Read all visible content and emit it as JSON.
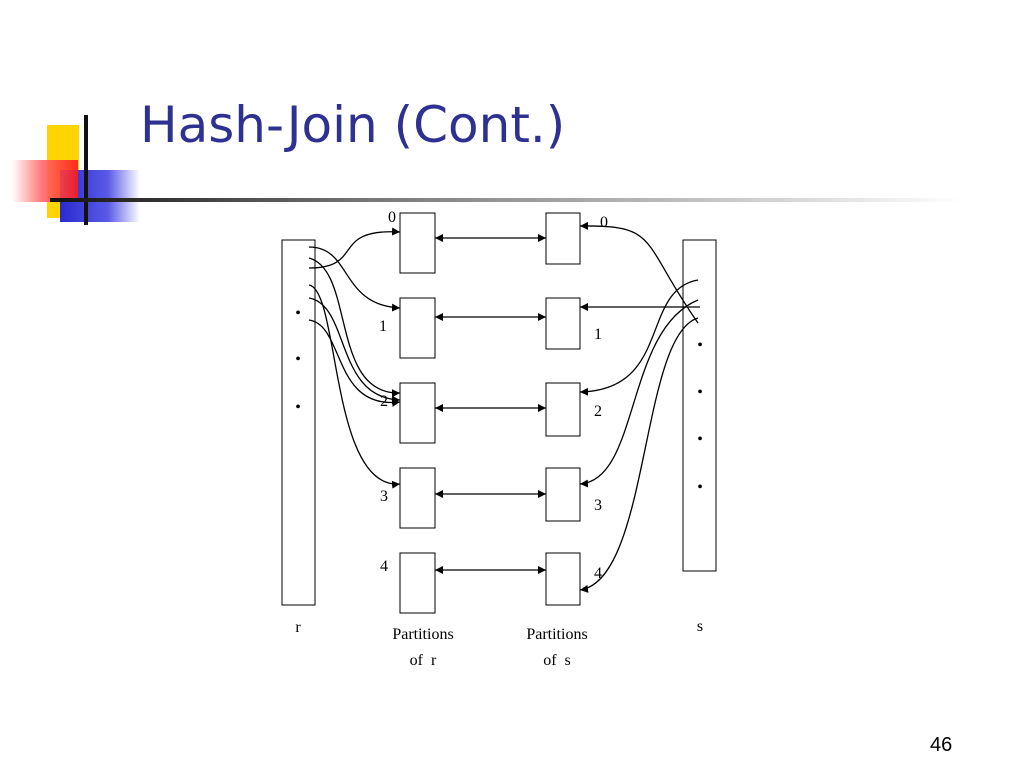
{
  "slide": {
    "title": "Hash-Join (Cont.)",
    "page_number": "46"
  },
  "diagram": {
    "relation_r_label": "r",
    "relation_s_label": "s",
    "partitions_r_caption": [
      "Partitions",
      "of  r"
    ],
    "partitions_s_caption": [
      "Partitions",
      "of  s"
    ],
    "partition_numbers": [
      "0",
      "1",
      "2",
      "3",
      "4"
    ],
    "ellipsis_dot": "•"
  },
  "colors": {
    "title": "#2e3192",
    "logo_yellow": "#ffd400",
    "logo_red": "#ff2a2a",
    "logo_blue": "#3333cc"
  }
}
